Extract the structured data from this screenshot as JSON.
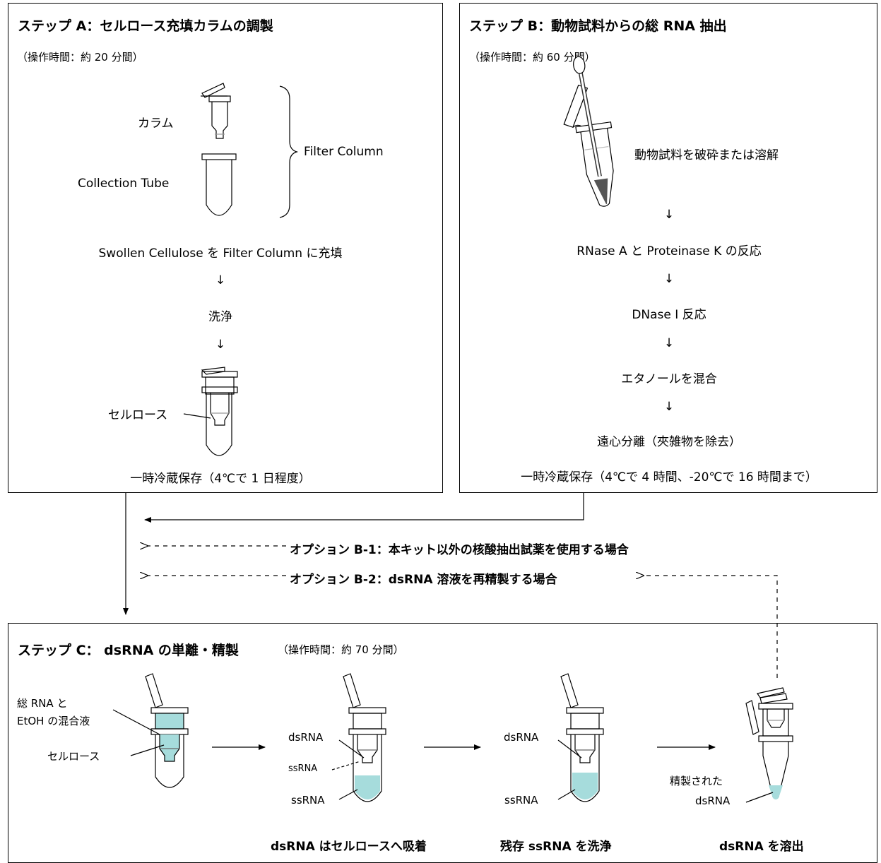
{
  "colors": {
    "liquid": "#a6dcdc",
    "pellet": "#555555",
    "line": "#000000"
  },
  "step_a": {
    "title": "ステップ A：セルロース充填カラムの調製",
    "time": "（操作時間：約 20 分間）",
    "label_column": "カラム",
    "label_collection_tube": "Collection Tube",
    "label_filter_column": "Filter Column",
    "steps": [
      "Swollen Cellulose を Filter Column に充填",
      "洗浄"
    ],
    "label_cellulose": "セルロース",
    "storage": "一時冷蔵保存（4℃で 1 日程度）",
    "arrow": "↓"
  },
  "step_b": {
    "title": "ステップ B：動物試料からの総 RNA 抽出",
    "time": "（操作時間：約 60 分間）",
    "steps": [
      "動物試料を破砕または溶解",
      "RNase A と Proteinase K の反応",
      "DNase I 反応",
      "エタノールを混合",
      "遠心分離（夾雑物を除去）"
    ],
    "storage": "一時冷蔵保存（4℃で 4 時間、-20℃で 16 時間まで）",
    "arrow": "↓"
  },
  "options": {
    "b1": "オプション B-1：本キット以外の核酸抽出試薬を使用する場合",
    "b2": "オプション B-2：dsRNA 溶液を再精製する場合"
  },
  "step_c": {
    "title": "ステップ C： dsRNA の単離・精製",
    "time": "（操作時間：約 70 分間）",
    "label_total_rna": "総 RNA と",
    "label_etoh_mix": "EtOH の混合液",
    "label_cellulose": "セルロース",
    "label_dsrna": "dsRNA",
    "label_ssrna": "ssRNA",
    "label_purified": "精製された",
    "caption_adsorb": "dsRNA はセルロースへ吸着",
    "caption_wash": "残存 ssRNA を洗浄",
    "caption_elute": "dsRNA を溶出"
  }
}
